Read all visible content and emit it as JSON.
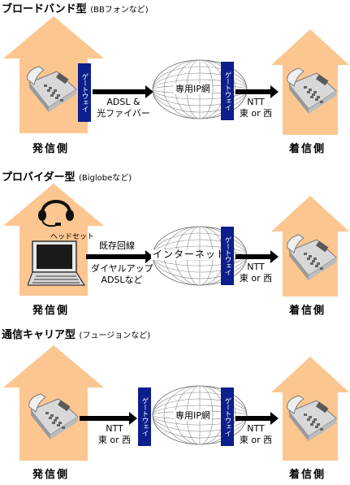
{
  "colors": {
    "house": "#fcc690",
    "gateway": "#0c1f8c",
    "arrow": "#000000"
  },
  "gateway_label": "ゲートウェイ",
  "sections": [
    {
      "title": "ブロードバンド型",
      "title_note": "(BBフォンなど)",
      "link_label_1": "ADSL &",
      "link_label_2": "光ファイバー",
      "network_label": "専用IP網",
      "ntt_label_1": "NTT",
      "ntt_label_2": "東 or 西",
      "caller": "発信側",
      "receiver": "着信側"
    },
    {
      "title": "プロバイダー型",
      "title_note": "(Biglobeなど)",
      "headset_label": "ヘッドセット",
      "link_label_1": "既存回線",
      "link_label_2": "ダイヤルアップ",
      "link_label_3": "ADSLなど",
      "network_label": "インターネット",
      "ntt_label_1": "NTT",
      "ntt_label_2": "東 or 西",
      "caller": "発信側",
      "receiver": "着信側"
    },
    {
      "title": "通信キャリア型",
      "title_note": "(フュージョンなど)",
      "link_label_1": "NTT",
      "link_label_2": "東 or 西",
      "network_label": "専用IP網",
      "ntt_label_1": "NTT",
      "ntt_label_2": "東 or 西",
      "caller": "発信側",
      "receiver": "着信側"
    }
  ]
}
